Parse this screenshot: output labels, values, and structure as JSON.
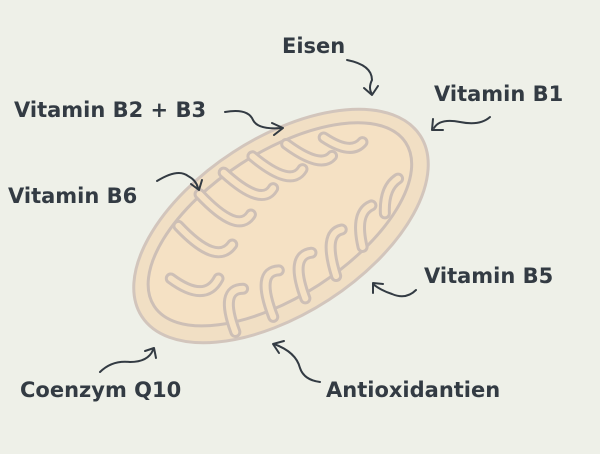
{
  "colors": {
    "background": "#eef0e8",
    "outer_membrane": "#f1dfc4",
    "outer_stroke": "#d2c5bc",
    "inner_fill": "#f5e1c4",
    "text": "#333b43",
    "arrow": "#333b43"
  },
  "labels": {
    "eisen": "Eisen",
    "vitamin_b1": "Vitamin B1",
    "vitamin_b2_b3": "Vitamin B2 + B3",
    "vitamin_b6": "Vitamin B6",
    "vitamin_b5": "Vitamin B5",
    "coenzym_q10": "Coenzym Q10",
    "antioxidantien": "Antioxidantien"
  }
}
